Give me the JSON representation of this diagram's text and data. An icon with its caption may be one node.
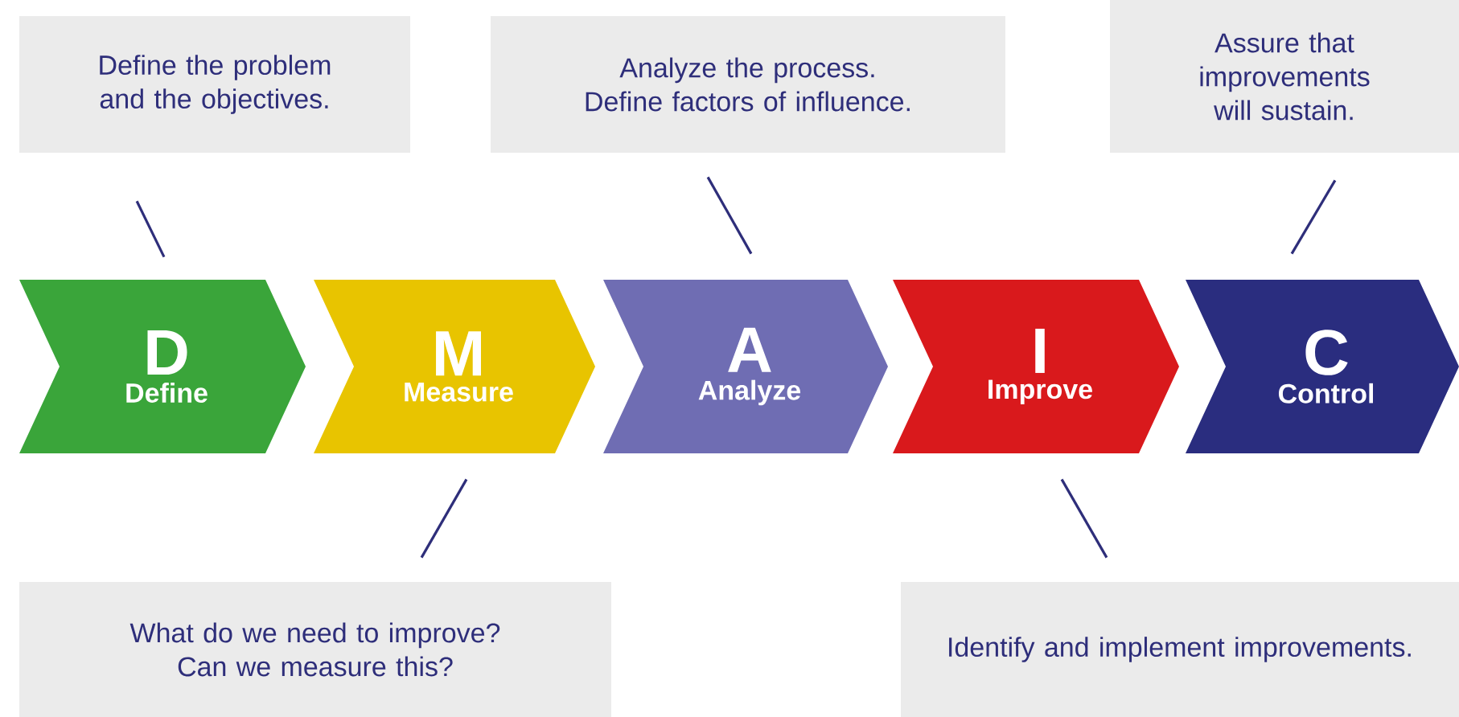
{
  "diagram": {
    "nodes": [
      {
        "text": [
          "Define the problem and the objectives."
        ]
      },
      {
        "text": [
          "Analyze the process. Define factors of influence."
        ]
      },
      {
        "text": [
          "Assure that improvements will sustain."
        ]
      },
      {
        "text": [
          "D",
          "Define"
        ]
      },
      {
        "text": [
          "M",
          "Measure"
        ]
      },
      {
        "text": [
          "A",
          "Analyze"
        ]
      },
      {
        "text": [
          "I",
          "Improve"
        ]
      },
      {
        "text": [
          "C",
          "Control"
        ]
      },
      {
        "text": [
          "What do we need to improve? Can we measure this?"
        ]
      },
      {
        "text": [
          "Identify and implement improvements."
        ]
      }
    ],
    "edges": [
      {
        "from": 0,
        "to": 3,
        "arrow": "none"
      },
      {
        "from": 1,
        "to": 5,
        "arrow": "none"
      },
      {
        "from": 2,
        "to": 7,
        "arrow": "none"
      },
      {
        "from": 8,
        "to": 4,
        "arrow": "none"
      },
      {
        "from": 9,
        "to": 6,
        "arrow": "none"
      }
    ]
  }
}
